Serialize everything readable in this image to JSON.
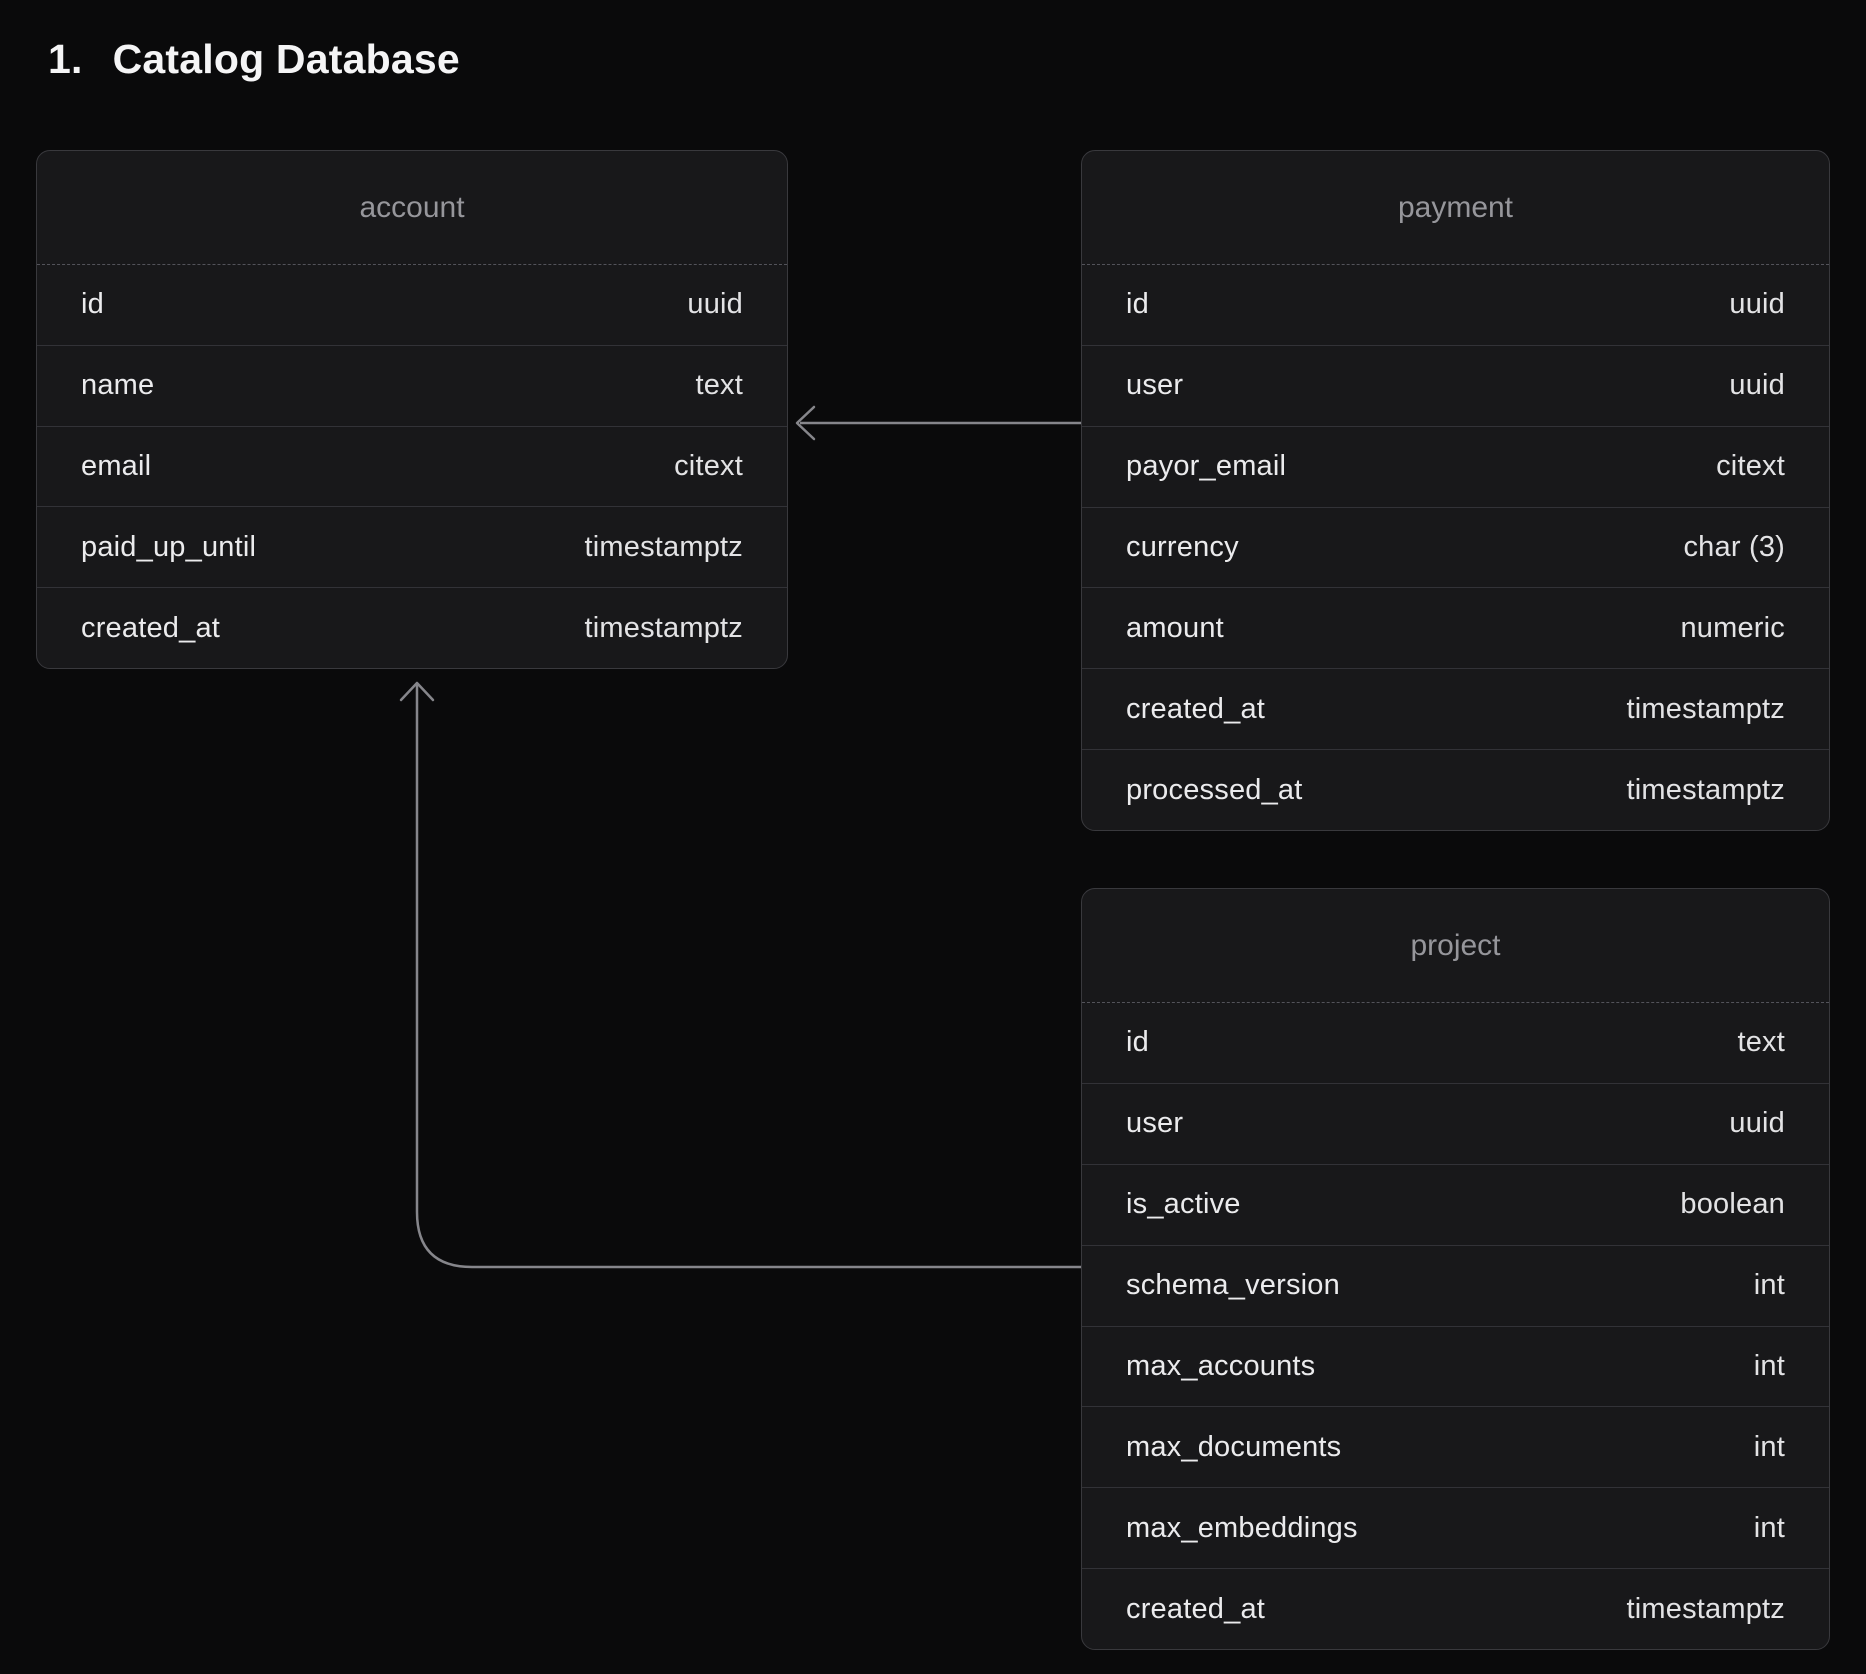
{
  "page": {
    "title_number": "1.",
    "title": "Catalog Database"
  },
  "colors": {
    "background": "#0a0a0b",
    "table_background": "#18181a",
    "table_border": "#39393d",
    "header_text": "#96969b",
    "field_text": "#ebebed",
    "type_text": "#e3e3e5",
    "connector_line": "#86868b",
    "title_text": "#f5f5f6"
  },
  "tables": [
    {
      "id": "account",
      "name": "account",
      "columns": [
        {
          "name": "id",
          "type": "uuid"
        },
        {
          "name": "name",
          "type": "text"
        },
        {
          "name": "email",
          "type": "citext"
        },
        {
          "name": "paid_up_until",
          "type": "timestamptz"
        },
        {
          "name": "created_at",
          "type": "timestamptz"
        }
      ]
    },
    {
      "id": "payment",
      "name": "payment",
      "columns": [
        {
          "name": "id",
          "type": "uuid"
        },
        {
          "name": "user",
          "type": "uuid"
        },
        {
          "name": "payor_email",
          "type": "citext"
        },
        {
          "name": "currency",
          "type": "char (3)"
        },
        {
          "name": "amount",
          "type": "numeric"
        },
        {
          "name": "created_at",
          "type": "timestamptz"
        },
        {
          "name": "processed_at",
          "type": "timestamptz"
        }
      ]
    },
    {
      "id": "project",
      "name": "project",
      "columns": [
        {
          "name": "id",
          "type": "text"
        },
        {
          "name": "user",
          "type": "uuid"
        },
        {
          "name": "is_active",
          "type": "boolean"
        },
        {
          "name": "schema_version",
          "type": "int"
        },
        {
          "name": "max_accounts",
          "type": "int"
        },
        {
          "name": "max_documents",
          "type": "int"
        },
        {
          "name": "max_embeddings",
          "type": "int"
        },
        {
          "name": "created_at",
          "type": "timestamptz"
        }
      ]
    }
  ],
  "relationships": [
    {
      "from": "payment",
      "to": "account"
    },
    {
      "from": "project",
      "to": "account"
    }
  ]
}
